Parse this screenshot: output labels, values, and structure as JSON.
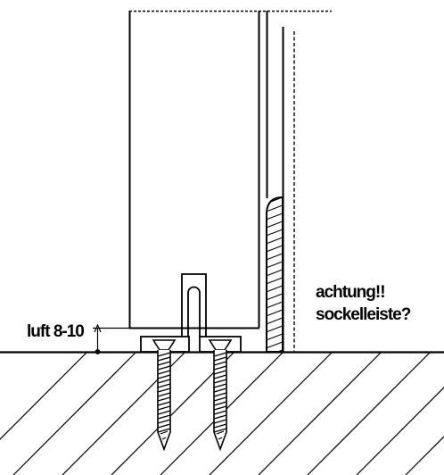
{
  "annotations": {
    "gap_label": "luft 8-10",
    "warning_line1": "achtung!!",
    "warning_line2": "sockelleiste?"
  },
  "colors": {
    "ink": "#000000",
    "paper": "#ffffff"
  },
  "components": [
    "floor-surface",
    "floor-hatching",
    "door-panel",
    "floor-guide",
    "mounting-plates",
    "screws",
    "wall-profile",
    "skirting-board"
  ]
}
